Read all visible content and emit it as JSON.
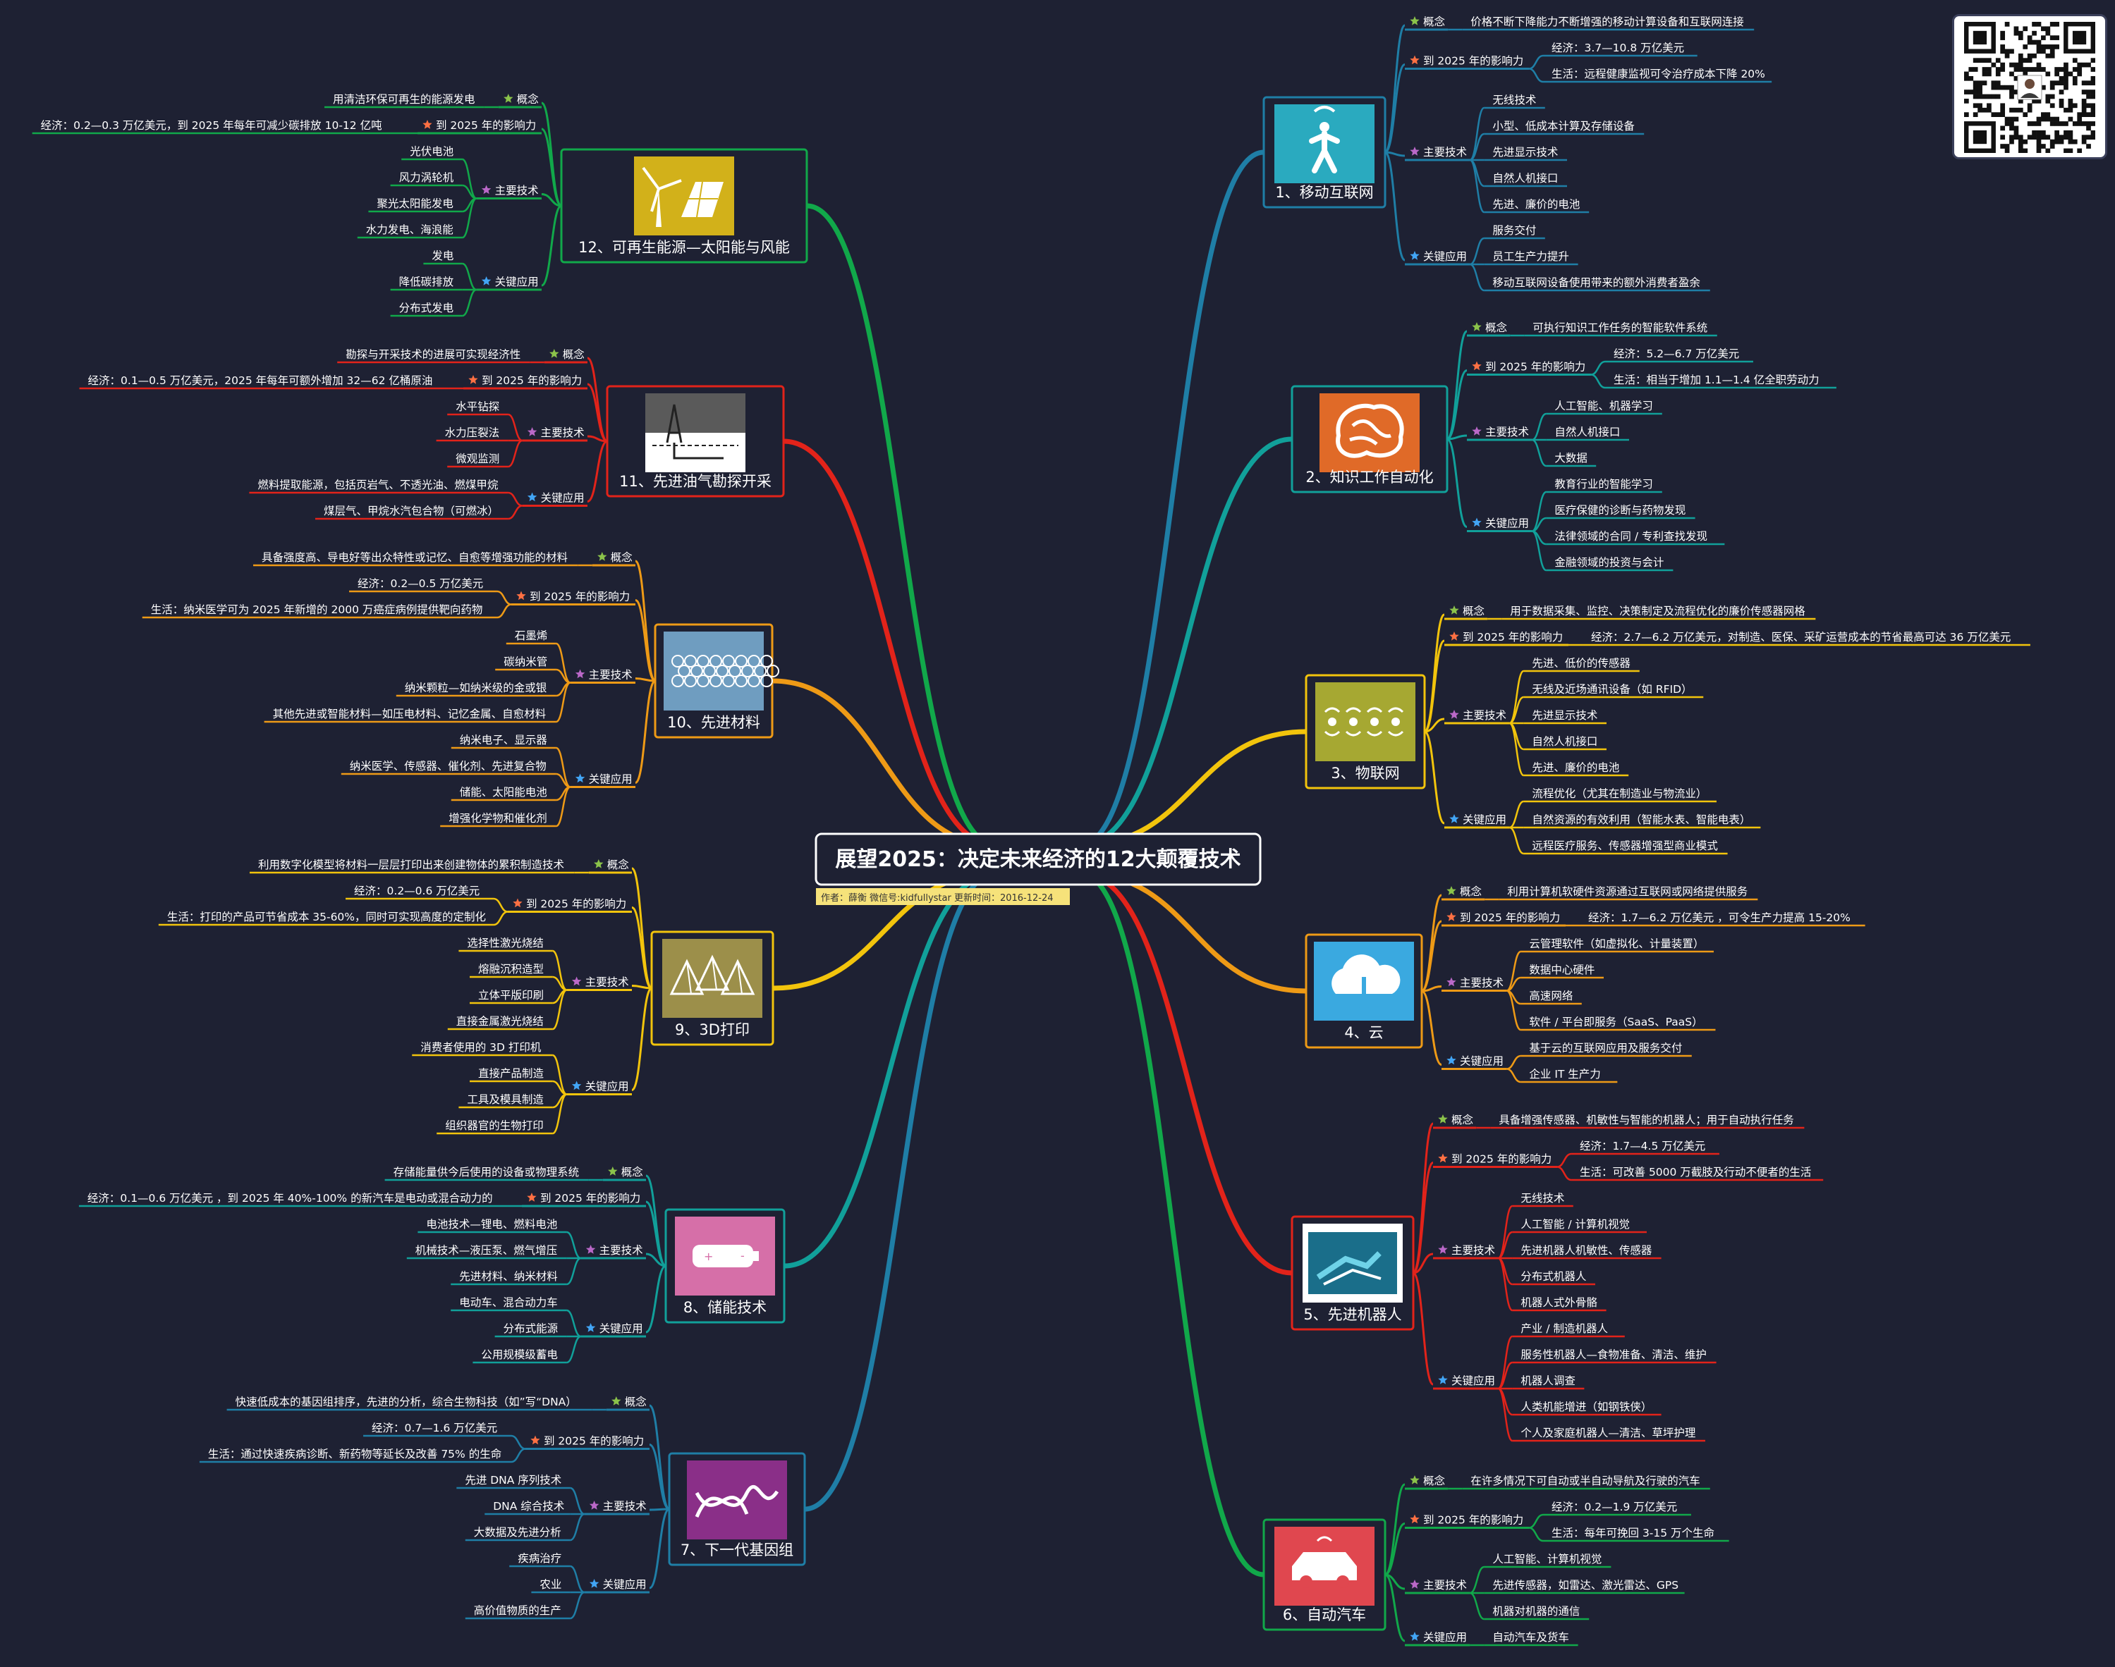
{
  "title": "展望2025：决定未来经济的12大颠覆技术",
  "meta": "作者：薛衡  微信号:kidfullystar  更新时间：2016-12-24",
  "colors": {
    "background": "#1e2133",
    "title_fill": "#1e2133",
    "meta_fill": "#f6e27a"
  },
  "branches": [
    {
      "id": "b1",
      "title": "1、移动互联网",
      "icon": "wifi-walking-person-icon",
      "color": "#1f7ea6",
      "iconBg": "#2aaabf",
      "concept": "价格不断下降能力不断增强的移动计算设备和互联网连接",
      "impact": [
        "经济：3.7—10.8 万亿美元",
        "生活：远程健康监视可令治疗成本下降 20%"
      ],
      "tech": [
        "无线技术",
        "小型、低成本计算及存储设备",
        "先进显示技术",
        "自然人机接口",
        "先进、廉价的电池"
      ],
      "apps": [
        "服务交付",
        "员工生产力提升",
        "移动互联网设备使用带来的额外消费者盈余"
      ]
    },
    {
      "id": "b2",
      "title": "2、知识工作自动化",
      "icon": "brain-icon",
      "color": "#11a09a",
      "iconBg": "#e06a28",
      "concept": "可执行知识工作任务的智能软件系统",
      "impact": [
        "经济：5.2—6.7 万亿美元",
        "生活：相当于增加 1.1—1.4 亿全职劳动力"
      ],
      "tech": [
        "人工智能、机器学习",
        "自然人机接口",
        "大数据"
      ],
      "apps": [
        "教育行业的智能学习",
        "医疗保健的诊断与药物发现",
        "法律领域的合同 / 专利查找发现",
        "金融领域的投资与会计"
      ]
    },
    {
      "id": "b3",
      "title": "3、物联网",
      "icon": "iot-icon",
      "color": "#f2c40c",
      "iconBg": "#a6a832",
      "concept": "用于数据采集、监控、决策制定及流程优化的廉价传感器网格",
      "impact": [
        "经济：2.7—6.2 万亿美元，对制造、医保、采矿运营成本的节省最高可达 36 万亿美元"
      ],
      "tech": [
        "先进、低价的传感器",
        "无线及近场通讯设备（如 RFID）",
        "先进显示技术",
        "自然人机接口",
        "先进、廉价的电池"
      ],
      "apps": [
        "流程优化（尤其在制造业与物流业）",
        "自然资源的有效利用（智能水表、智能电表）",
        "远程医疗服务、传感器增强型商业模式"
      ]
    },
    {
      "id": "b4",
      "title": "4、云",
      "icon": "cloud-icon",
      "color": "#ee9a16",
      "iconBg": "#3aa9e0",
      "concept": "利用计算机软硬件资源通过互联网或网络提供服务",
      "impact": [
        "经济：1.7—6.2 万亿美元 ，可令生产力提高 15-20%"
      ],
      "tech": [
        "云管理软件（如虚拟化、计量装置）",
        "数据中心硬件",
        "高速网络",
        "软件 / 平台即服务（SaaS、PaaS）"
      ],
      "apps": [
        "基于云的互联网应用及服务交付",
        "企业 IT 生产力"
      ]
    },
    {
      "id": "b5",
      "title": "5、先进机器人",
      "icon": "robot-arm-icon",
      "color": "#e2231a",
      "iconBg": "#ffffff",
      "concept": "具备增强传感器、机敏性与智能的机器人；用于自动执行任务",
      "impact": [
        "经济：1.7—4.5 万亿美元",
        "生活：可改善 5000 万截肢及行动不便者的生活"
      ],
      "tech": [
        "无线技术",
        "人工智能 / 计算机视觉",
        "先进机器人机敏性、传感器",
        "分布式机器人",
        "机器人式外骨骼"
      ],
      "apps": [
        "产业 / 制造机器人",
        "服务性机器人—食物准备、清洁、维护",
        "机器人调查",
        "人类机能增进（如钢铁侠）",
        "个人及家庭机器人—清洁、草坪护理"
      ]
    },
    {
      "id": "b6",
      "title": "6、自动汽车",
      "icon": "car-icon",
      "color": "#11a84a",
      "iconBg": "#e0474f",
      "concept": "在许多情况下可自动或半自动导航及行驶的汽车",
      "impact": [
        "经济：0.2—1.9 万亿美元",
        "生活：每年可挽回 3-15 万个生命"
      ],
      "tech": [
        "人工智能、计算机视觉",
        "先进传感器，如雷达、激光雷达、GPS",
        "机器对机器的通信"
      ],
      "apps": [
        "自动汽车及货车"
      ]
    },
    {
      "id": "b7",
      "title": "7、下一代基因组",
      "icon": "dna-icon",
      "color": "#1f7ea6",
      "iconBg": "#8a2f88",
      "concept": "快速低成本的基因组排序，先进的分析，综合生物科技（如”写“DNA）",
      "impact": [
        "经济：0.7—1.6 万亿美元",
        "生活：通过快速疾病诊断、新药物等延长及改善 75% 的生命"
      ],
      "tech": [
        "先进 DNA 序列技术",
        "DNA 综合技术",
        "大数据及先进分析"
      ],
      "apps": [
        "疾病治疗",
        "农业",
        "高价值物质的生产"
      ]
    },
    {
      "id": "b8",
      "title": "8、储能技术",
      "icon": "battery-icon",
      "color": "#11a09a",
      "iconBg": "#d66fa8",
      "concept": "存储能量供今后使用的设备或物理系统",
      "impact": [
        "经济：0.1—0.6 万亿美元 ，到 2025 年 40%-100% 的新汽车是电动或混合动力的"
      ],
      "tech": [
        "电池技术—锂电、燃料电池",
        "机械技术—液压泵、燃气增压",
        "先进材料、纳米材料"
      ],
      "apps": [
        "电动车、混合动力车",
        "分布式能源",
        "公用规模级蓄电"
      ]
    },
    {
      "id": "b9",
      "title": "9、3D打印",
      "icon": "pyramids-icon",
      "color": "#f2c40c",
      "iconBg": "#9c8f4a",
      "concept": "利用数字化模型将材料一层层打印出来创建物体的累积制造技术",
      "impact": [
        "经济：0.2—0.6 万亿美元",
        "生活：打印的产品可节省成本 35-60%，同时可实现高度的定制化"
      ],
      "tech": [
        "选择性激光烧结",
        "熔融沉积造型",
        "立体平版印刷",
        "直接金属激光烧结"
      ],
      "apps": [
        "消费者使用的 3D 打印机",
        "直接产品制造",
        "工具及模具制造",
        "组织器官的生物打印"
      ]
    },
    {
      "id": "b10",
      "title": "10、先进材料",
      "icon": "nanotube-icon",
      "color": "#ee9a16",
      "iconBg": "#6f9dc0",
      "concept": "具备强度高、导电好等出众特性或记忆、自愈等增强功能的材料",
      "impact": [
        "经济：0.2—0.5 万亿美元",
        "生活：纳米医学可为 2025 年新增的 2000 万癌症病例提供靶向药物"
      ],
      "tech": [
        "石墨烯",
        "碳纳米管",
        "纳米颗粒—如纳米级的金或银",
        "其他先进或智能材料—如压电材料、记忆金属、自愈材料"
      ],
      "apps": [
        "纳米电子、显示器",
        "纳米医学、传感器、催化剂、先进复合物",
        "储能、太阳能电池",
        "增强化学物和催化剂"
      ]
    },
    {
      "id": "b11",
      "title": "11、先进油气勘探开采",
      "icon": "oil-rig-icon",
      "color": "#e2231a",
      "iconBg": "#ffffff",
      "concept": "勘探与开采技术的进展可实现经济性",
      "impact": [
        "经济：0.1—0.5 万亿美元，2025 年每年可额外增加 32—62 亿桶原油"
      ],
      "tech": [
        "水平钻探",
        "水力压裂法",
        "微观监测"
      ],
      "apps": [
        "燃料提取能源，包括页岩气、不透光油、燃煤甲烷",
        "煤层气、甲烷水汽包合物（可燃冰）"
      ]
    },
    {
      "id": "b12",
      "title": "12、可再生能源—太阳能与风能",
      "icon": "wind-solar-icon",
      "color": "#11a84a",
      "iconBg": "#d2b11a",
      "concept": "用清洁环保可再生的能源发电",
      "impact": [
        "经济：0.2—0.3 万亿美元，到 2025 年每年可减少碳排放 10-12 亿吨"
      ],
      "tech": [
        "光伏电池",
        "风力涡轮机",
        "聚光太阳能发电",
        "水力发电、海浪能"
      ],
      "apps": [
        "发电",
        "降低碳排放",
        "分布式发电"
      ]
    }
  ],
  "labels": {
    "concept": "概念",
    "impact": "到 2025 年的影响力",
    "tech": "主要技术",
    "apps": "关键应用"
  },
  "label_star_colors": {
    "concept": "#8bc34a",
    "impact": "#ff7043",
    "tech": "#ba68c8",
    "apps": "#42a5f5"
  }
}
